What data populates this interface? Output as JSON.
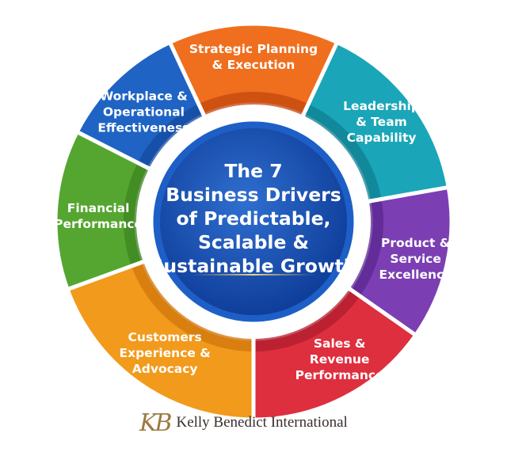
{
  "title_lines": [
    "The 7",
    "Business Drivers",
    "of Predictable,",
    "Scalable &",
    "Sustainable Growth"
  ],
  "segments": [
    {
      "lines": [
        "Strategic Planning",
        "& Execution"
      ],
      "color": "#ef6f1f",
      "dark": "#c4470f"
    },
    {
      "lines": [
        "Leadership",
        "& Team",
        "Capability"
      ],
      "color": "#1aa6b8",
      "dark": "#0f7f90"
    },
    {
      "lines": [
        "Product &",
        "Service",
        "Excellence"
      ],
      "color": "#7b3fb3",
      "dark": "#5a2790"
    },
    {
      "lines": [
        "Sales &",
        "Revenue",
        "Performance"
      ],
      "color": "#de2f3f",
      "dark": "#b01d2e"
    },
    {
      "lines": [
        "Customers",
        "Experience &",
        "Advocacy"
      ],
      "color": "#f29a1c",
      "dark": "#cf750b"
    },
    {
      "lines": [
        "Financial",
        "Performance"
      ],
      "color": "#55a630",
      "dark": "#3c8420"
    },
    {
      "lines": [
        "Workplace &",
        "Operational",
        "Effectiveness"
      ],
      "color": "#1f64c4",
      "dark": "#144aa0"
    }
  ],
  "center_colors": {
    "light": "#2f6fd0",
    "dark": "#0d3a96",
    "ring": "#1d5fc6"
  },
  "brand": {
    "monogram": "KB",
    "name": "Kelly Benedict International"
  }
}
